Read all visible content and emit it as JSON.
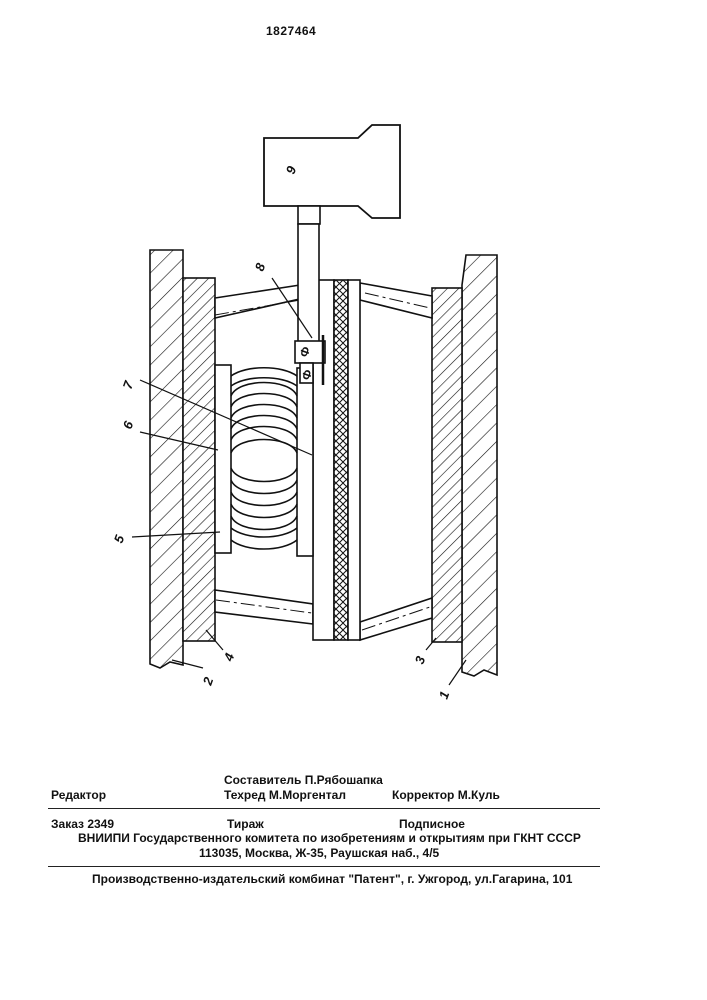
{
  "header": {
    "patent_number": "1827464"
  },
  "drawing": {
    "block_label": "9",
    "ref_labels": {
      "r1": "1",
      "r2": "2",
      "r3": "3",
      "r4": "4",
      "r5": "5",
      "r6": "6",
      "r7": "7",
      "r8": "8"
    },
    "sensor_mark": "Ф"
  },
  "imprint": {
    "editor": "Редактор",
    "compiler": "Составитель П.Рябошапка",
    "techred": "Техред М.Моргентал",
    "corrector": "Корректор  М.Куль",
    "order": "Заказ 2349",
    "circulation": "Тираж",
    "subscription": "Подписное",
    "institute": "ВНИИПИ Государственного комитета по изобретениям и открытиям при ГКНТ СССР",
    "address": "113035, Москва, Ж-35, Раушская наб., 4/5",
    "publisher": "Производственно-издательский комбинат \"Патент\", г. Ужгород, ул.Гагарина, 101"
  }
}
